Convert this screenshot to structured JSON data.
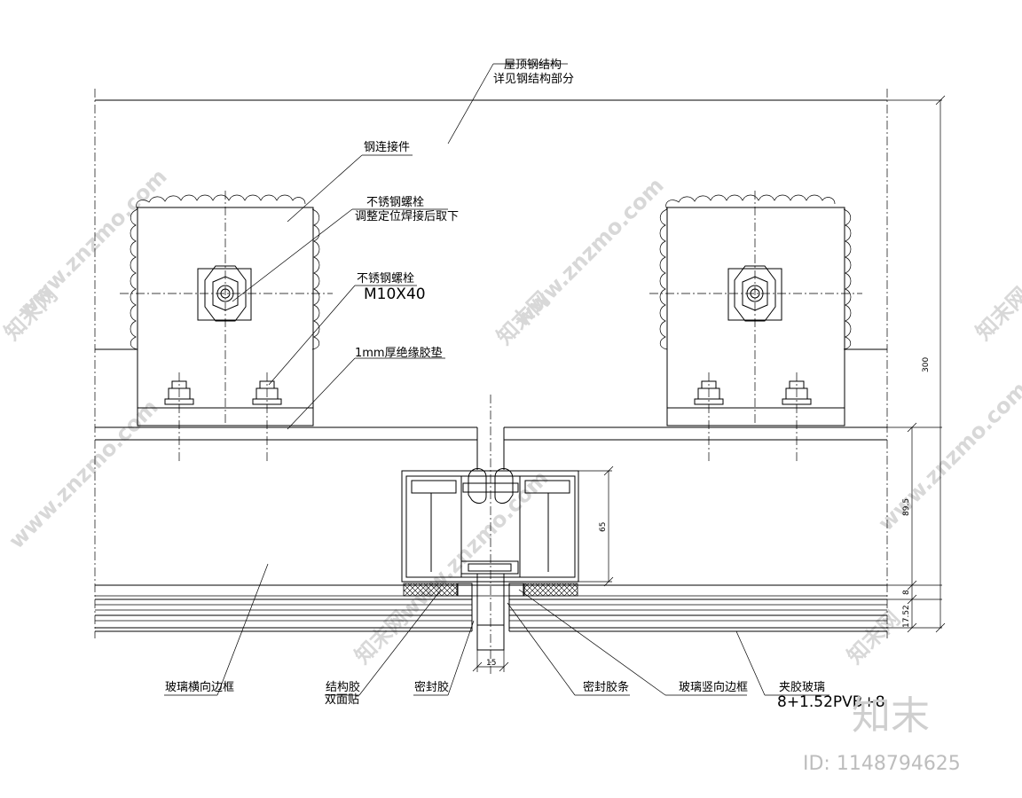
{
  "labels": {
    "roof_steel": "屋顶钢结构",
    "roof_steel_ref": "详见钢结构部分",
    "steel_connector": "钢连接件",
    "ss_bolt_1": "不锈钢螺栓",
    "ss_bolt_1_note": "调整定位焊接后取下",
    "ss_bolt_2": "不锈钢螺栓",
    "bolt_size": "M10X40",
    "insulation_pad": "1mm厚绝缘胶垫",
    "glass_h_frame": "玻璃横向边框",
    "structural_glue": "结构胶",
    "double_tape": "双面贴",
    "sealant": "密封胶",
    "seal_strip": "密封胶条",
    "glass_v_frame": "玻璃竖向边框",
    "laminated_glass": "夹胶玻璃",
    "glass_spec": "8+1.52PVB+8"
  },
  "dimensions": {
    "total_height": "300",
    "height_89_5": "89.5",
    "height_8": "8",
    "height_17_52": "17.52",
    "mullion_65": "65",
    "mullion_width_15": "15"
  },
  "watermark": {
    "site": "www.znzmo.com",
    "brand": "知末",
    "cn_short": "知末网",
    "id_text": "ID: 1148794625"
  }
}
